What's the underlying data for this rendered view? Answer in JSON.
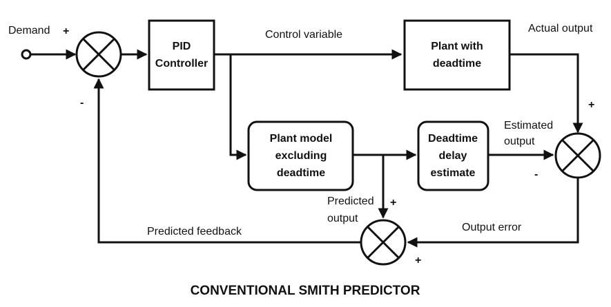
{
  "title": "CONVENTIONAL SMITH PREDICTOR",
  "blocks": {
    "pid": [
      "PID",
      "Controller"
    ],
    "plant": [
      "Plant with",
      "deadtime"
    ],
    "model": [
      "Plant model",
      "excluding",
      "deadtime"
    ],
    "delay": [
      "Deadtime",
      "delay",
      "estimate"
    ]
  },
  "signals": {
    "demand": "Demand",
    "control_variable": "Control variable",
    "actual_output": "Actual output",
    "estimated_output": [
      "Estimated",
      "output"
    ],
    "predicted_output": [
      "Predicted",
      "output"
    ],
    "output_error": "Output error",
    "predicted_feedback": "Predicted feedback"
  },
  "signs": {
    "s1_plus": "+",
    "s1_minus": "-",
    "s2_plus": "+",
    "s2_minus": "-",
    "s3_plus_top": "+",
    "s3_plus_bottom": "+"
  }
}
